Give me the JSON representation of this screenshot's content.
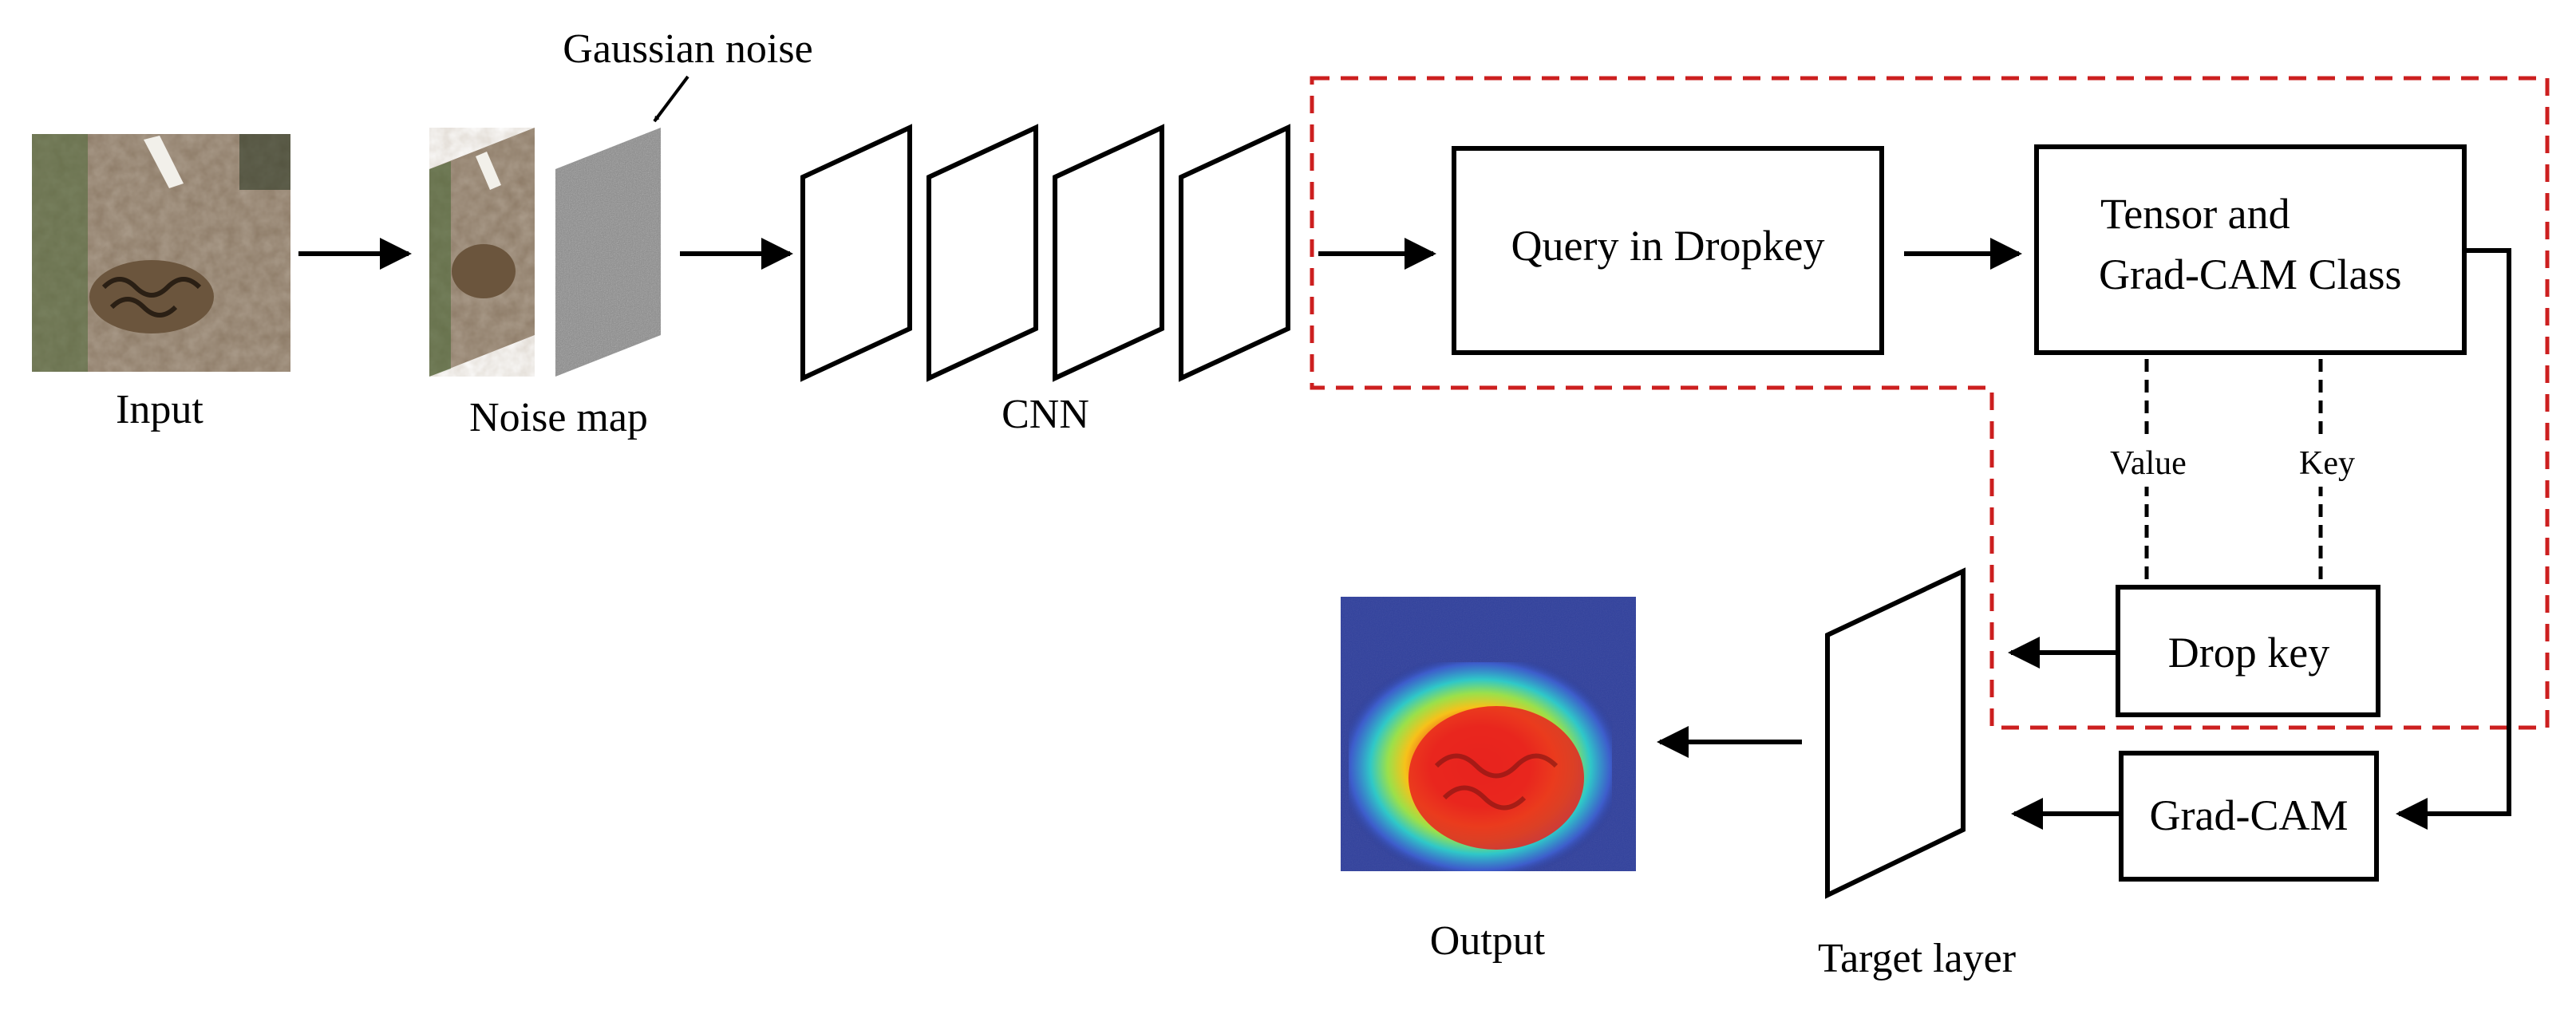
{
  "labels": {
    "input": "Input",
    "gaussian_noise": "Gaussian noise",
    "noise_map": "Noise map",
    "cnn": "CNN",
    "query": "Query in Dropkey",
    "tensor_line1": "Tensor and",
    "tensor_line2": "Grad-CAM Class",
    "value": "Value",
    "key": "Key",
    "drop_key": "Drop key",
    "grad_cam": "Grad-CAM",
    "target_layer": "Target layer",
    "output": "Output"
  },
  "colors": {
    "dashed_region": "#cc1f1f",
    "stroke": "#000000",
    "photo_ground": "#8c7a66",
    "noise": "#8a8a8a",
    "heatmap_background": "#2b3a8f",
    "heatmap_hot": "#e8231e"
  },
  "icons": {
    "input_photo": "tiger-photo-icon",
    "noise_photo": "tiger-photo-icon",
    "gaussian_noise_map": "noise-texture-icon",
    "output_heatmap": "heatmap-icon"
  }
}
